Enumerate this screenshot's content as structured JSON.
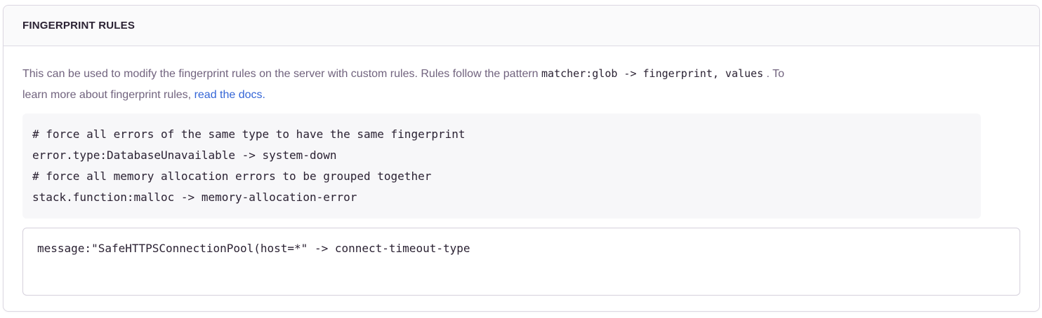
{
  "panel": {
    "title": "FINGERPRINT RULES",
    "description": {
      "line1_text": "This can be used to modify the fingerprint rules on the server with custom rules. Rules follow the pattern ",
      "line1_code": "matcher:glob -> fingerprint, values",
      "line1_suffix": " . To",
      "line2_text": "learn more about fingerprint rules, ",
      "link_label": "read the docs."
    },
    "code_example": "# force all errors of the same type to have the same fingerprint\nerror.type:DatabaseUnavailable -> system-down\n# force all memory allocation errors to be grouped together\nstack.function:malloc -> memory-allocation-error",
    "rules_input": {
      "value": "message:\"SafeHTTPSConnectionPool(host=*\" -> connect-timeout-type"
    }
  },
  "colors": {
    "heading_text": "#2b2233",
    "body_text": "#71637e",
    "link_blue": "#3465d6",
    "code_text": "#2b2233",
    "code_block_bg": "#f7f7f9",
    "header_bg": "#fafafb",
    "panel_border": "#dcd8e2"
  }
}
